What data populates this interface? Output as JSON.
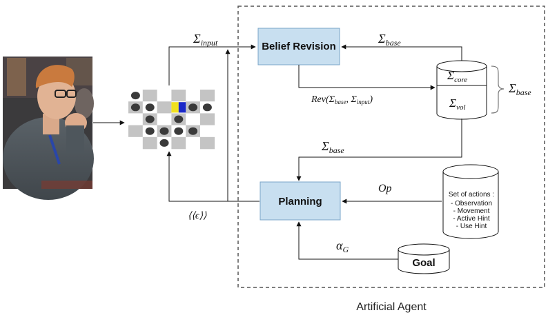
{
  "caption": "Artificial Agent",
  "boxes": {
    "belief_revision": "Belief Revision",
    "planning": "Planning",
    "goal": "Goal"
  },
  "labels": {
    "sigma_input": {
      "sym": "Σ",
      "sub": "input"
    },
    "sigma_base_top": {
      "sym": "Σ",
      "sub": "base"
    },
    "sigma_base_mid": {
      "sym": "Σ",
      "sub": "base"
    },
    "sigma_base_brace": {
      "sym": "Σ",
      "sub": "base"
    },
    "rev_expr": {
      "pre": "Rev(Σ",
      "sub1": "base",
      "mid": ", Σ",
      "sub2": "input",
      "post": ")"
    },
    "epsilon": "⟨⟨ϵ⟩⟩",
    "op": "Op",
    "alpha": {
      "sym": "α",
      "sub": "G"
    }
  },
  "knowledge_base": {
    "core": {
      "sym": "Σ",
      "sub": "core"
    },
    "vol": {
      "sym": "Σ",
      "sub": "vol"
    }
  },
  "actions": {
    "title": "Set of actions :",
    "items": [
      "- Observation",
      "- Movement",
      "- Active Hint",
      "- Use Hint"
    ]
  },
  "colors": {
    "box_fill": "#c8dff0",
    "box_stroke": "#7aa6c8",
    "board_dark": "#c4c4c4",
    "piece": "#3a3a3a",
    "hint_yellow": "#f0e020",
    "hint_blue": "#1a28c8"
  }
}
